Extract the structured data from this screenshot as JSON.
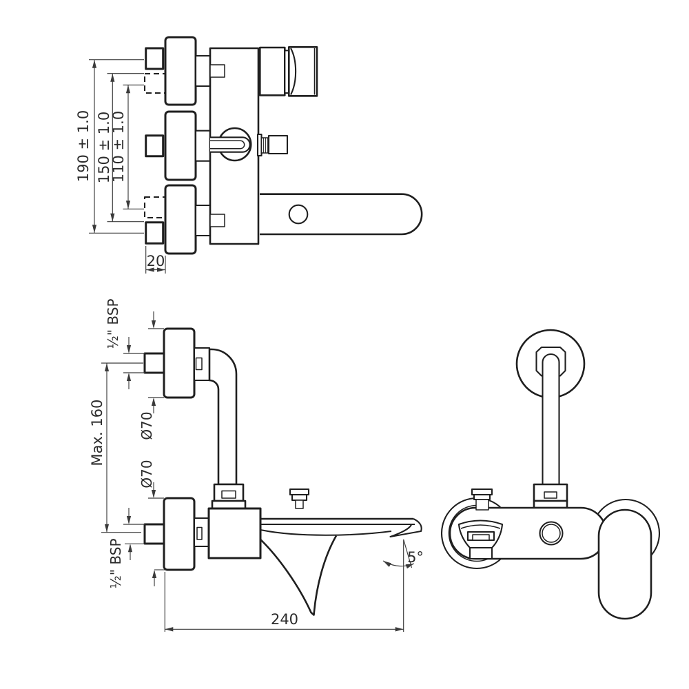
{
  "drawing": {
    "background": "#ffffff",
    "line_color": "#1f1f1f",
    "dimension_color": "#3a3a3a",
    "views": {
      "top": {
        "dims": {
          "d190": "190 ± 1.0",
          "d150": "150 ± 1.0",
          "d110": "110 ± 1.0",
          "d20": "20"
        }
      },
      "side": {
        "dims": {
          "bsp_top": "½\" BSP",
          "max160": "Max. 160",
          "dia70_top": "Ø70",
          "dia70_bottom": "Ø70",
          "bsp_bottom": "½\" BSP",
          "d240": "240",
          "angle5": "5°"
        }
      },
      "front": {}
    }
  }
}
